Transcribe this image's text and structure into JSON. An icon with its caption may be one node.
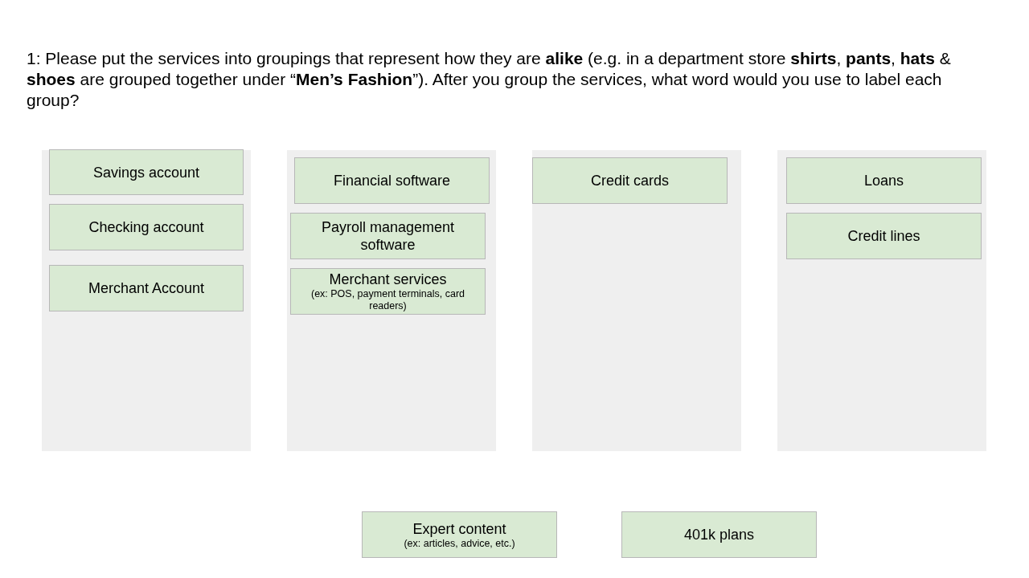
{
  "diagram": {
    "title": "1: Please put the services into groupings that represent how they are **alike**  (e.g. in a department store **shirts**, **pants**, **hats** & **shoes** are grouped together under “**Men’s Fashion**”).  After you group the services, what word would you use to label each group?",
    "nodes": [
      {
        "text": [],
        "shape": "box"
      },
      {
        "text": [
          "Savings account"
        ],
        "in": 0
      },
      {
        "text": [
          "Checking account"
        ],
        "in": 0
      },
      {
        "text": [
          "Merchant Account"
        ],
        "in": 0
      },
      {
        "text": [],
        "shape": "box"
      },
      {
        "text": [
          "Financial software"
        ],
        "in": 4
      },
      {
        "text": [
          "Payroll management software"
        ],
        "in": 4
      },
      {
        "text": [
          "Merchant services",
          "(ex: POS, payment terminals, card readers)"
        ],
        "in": 4
      },
      {
        "text": [],
        "shape": "box"
      },
      {
        "text": [
          "Credit cards"
        ],
        "in": 8
      },
      {
        "text": [],
        "shape": "box"
      },
      {
        "text": [
          "Loans"
        ],
        "in": 10
      },
      {
        "text": [
          "Credit lines"
        ],
        "in": 10
      },
      {
        "text": [
          "Expert content",
          "(ex: articles, advice, etc.)"
        ]
      },
      {
        "text": [
          "401k plans"
        ]
      }
    ]
  }
}
